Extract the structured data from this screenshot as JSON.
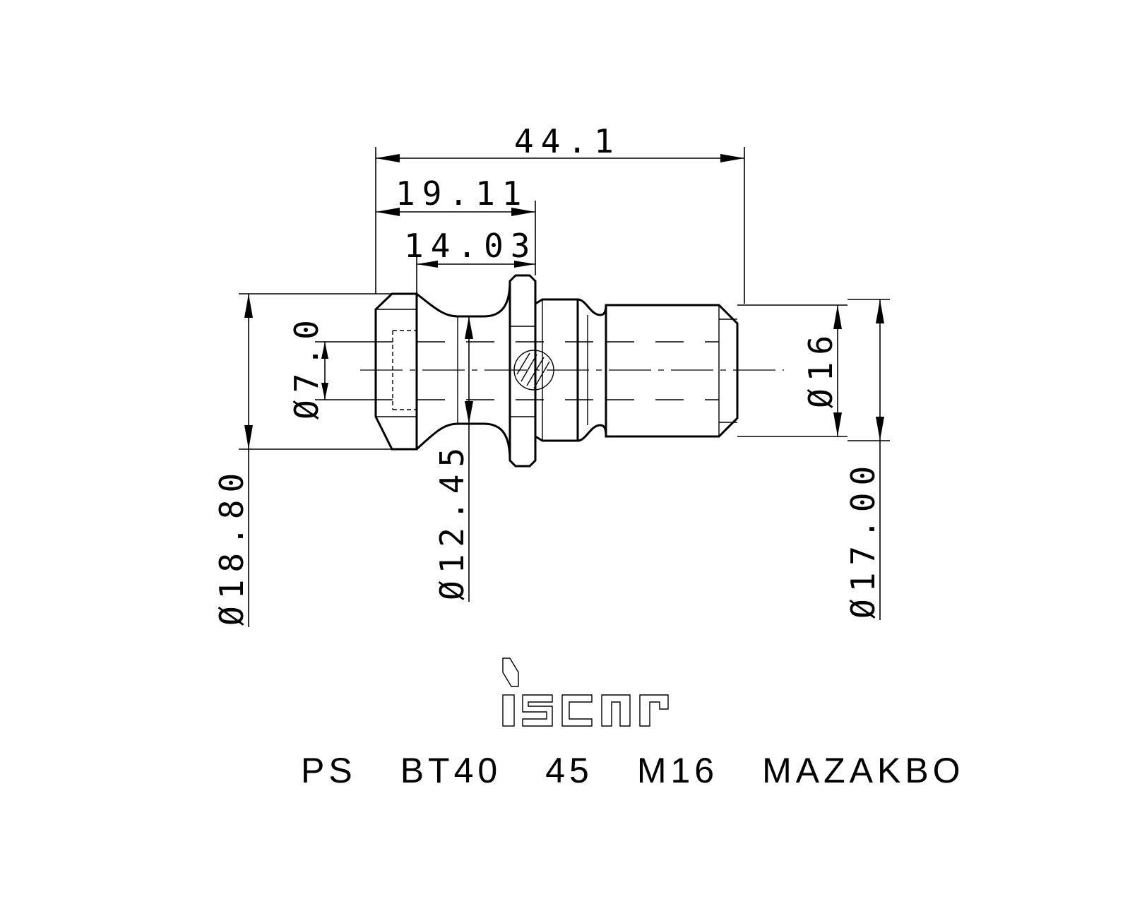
{
  "dimensions": {
    "overall_length": "44.1",
    "length_to_flange_face": "19.11",
    "flange_offset": "14.03",
    "bore_diameter": "Ø7.0",
    "head_diameter": "Ø18.80",
    "neck_diameter": "Ø12.45",
    "thread_diameter": "Ø16",
    "shank_diameter": "Ø17.00"
  },
  "brand": {
    "logo_text": "iscar"
  },
  "part_number": "PS BT40 45 M16 MAZAKBO",
  "colors": {
    "ink": "#000000",
    "background": "#ffffff"
  }
}
